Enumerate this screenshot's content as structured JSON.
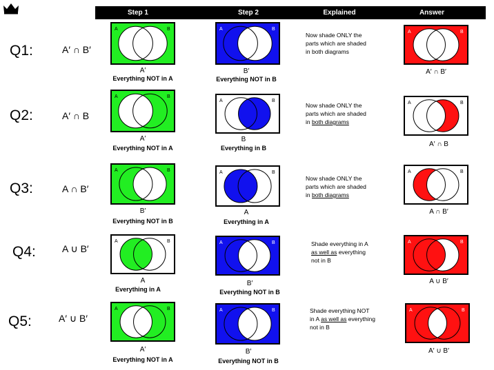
{
  "header": {
    "step1": "Step 1",
    "step2": "Step 2",
    "explained": "Explained",
    "answer": "Answer"
  },
  "colors": {
    "green": "#22ee22",
    "blue": "#1111ee",
    "red": "#ff1111",
    "white": "#ffffff",
    "black": "#000000"
  },
  "set_labels": {
    "a": "A",
    "b": "B"
  },
  "rows": [
    {
      "q": "Q1:",
      "expr": "A′ ∩ B′",
      "step1": {
        "label": "A′",
        "desc": "Everything NOT in A"
      },
      "step2": {
        "label": "B′",
        "desc": "Everything NOT in B"
      },
      "explain": [
        "Now shade ONLY the",
        "parts which are shaded",
        "in both diagrams"
      ],
      "answer": "A′ ∩ B′"
    },
    {
      "q": "Q2:",
      "expr": "A′ ∩ B",
      "step1": {
        "label": "A′",
        "desc": "Everything NOT in A"
      },
      "step2": {
        "label": "B",
        "desc": "Everything in B"
      },
      "explain": [
        "Now shade ONLY the",
        "parts which are shaded",
        "in",
        "both diagrams"
      ],
      "answer": "A′ ∩ B"
    },
    {
      "q": "Q3:",
      "expr": "A ∩ B′",
      "step1": {
        "label": "B′",
        "desc": "Everything NOT in B"
      },
      "step2": {
        "label": "A",
        "desc": "Everything in A"
      },
      "explain": [
        "Now shade ONLY the",
        "parts which are shaded",
        "in",
        "both diagrams"
      ],
      "answer": "A ∩ B′"
    },
    {
      "q": "Q4:",
      "expr": "A ∪ B′",
      "step1": {
        "label": "A",
        "desc": "Everything in A"
      },
      "step2": {
        "label": "B′",
        "desc": "Everything NOT in B"
      },
      "explain": [
        "Shade everything in A",
        "as well as",
        "everything",
        "not in B"
      ],
      "answer": "A ∪ B′"
    },
    {
      "q": "Q5:",
      "expr": "A′ ∪ B′",
      "step1": {
        "label": "A′",
        "desc": "Everything NOT in A"
      },
      "step2": {
        "label": "B′",
        "desc": "Everything NOT in B"
      },
      "explain": [
        "Shade everything NOT",
        "in A",
        "as well as",
        "everything",
        "not in B"
      ],
      "answer": "A′ ∪ B′"
    }
  ]
}
